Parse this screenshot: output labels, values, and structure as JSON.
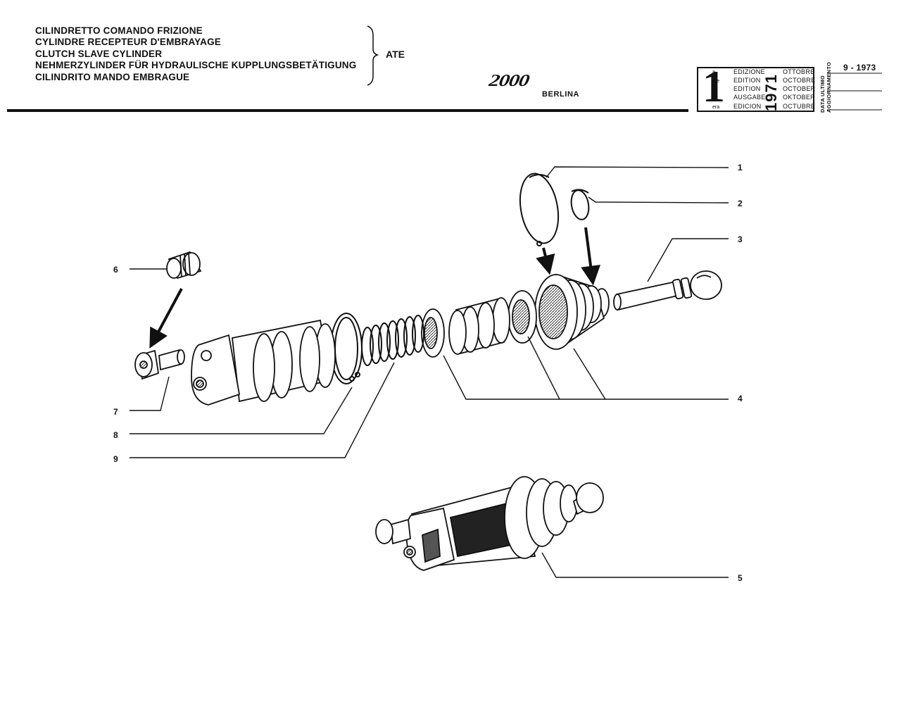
{
  "header": {
    "titles": [
      "CILINDRETTO COMANDO FRIZIONE",
      "CYLINDRE RECEPTEUR D'EMBRAYAGE",
      "CLUTCH SLAVE CYLINDER",
      "NEHMERZYLINDER FÜR HYDRAULISCHE KUPPLUNGSBETÄTIGUNG",
      "CILINDRITO MANDO EMBRAGUE"
    ],
    "manufacturer": "ATE",
    "model_logo": "2000",
    "model_sub": "BERLINA"
  },
  "edition": {
    "number": "1",
    "suffixes": [
      "a",
      "ere",
      "st",
      ".",
      "era"
    ],
    "labels": [
      "EDIZIONE",
      "EDITION",
      "EDITION",
      "AUSGABE",
      "EDICION"
    ],
    "year": "1971",
    "months": [
      "OTTOBRE",
      "OCTOBRE",
      "OCTOBER",
      "OKTOBER",
      "OCTUBRE"
    ],
    "last_update_label": [
      "DATA ULTIMO",
      "AGGIORNAMENTO"
    ],
    "last_update": "9 - 1973"
  },
  "callouts": [
    "1",
    "2",
    "3",
    "4",
    "5",
    "6",
    "7",
    "8",
    "9"
  ]
}
